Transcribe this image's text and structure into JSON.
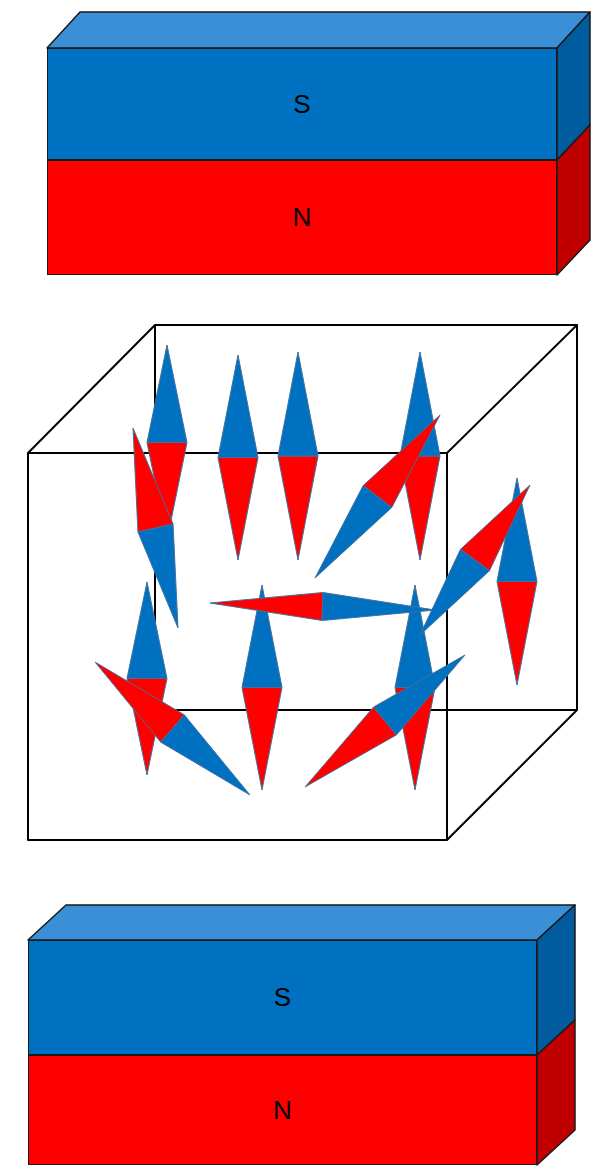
{
  "diagram": {
    "nodes": [
      {
        "text": [
          "S"
        ]
      },
      {
        "text": [
          "N"
        ]
      },
      {
        "text": [
          "S"
        ]
      },
      {
        "text": [
          "N"
        ]
      }
    ],
    "edges": [
      {
        "from": 1,
        "to": 2,
        "arrow": "to"
      },
      {
        "from": 1,
        "to": 2,
        "arrow": "to"
      },
      {
        "from": 1,
        "to": 2,
        "arrow": "to"
      },
      {
        "from": 1,
        "to": 2,
        "arrow": "to"
      },
      {
        "from": 1,
        "to": 2,
        "arrow": "to"
      },
      {
        "from": 1,
        "to": 2,
        "arrow": "to"
      },
      {
        "from": 1,
        "to": 2,
        "arrow": "to"
      }
    ]
  }
}
